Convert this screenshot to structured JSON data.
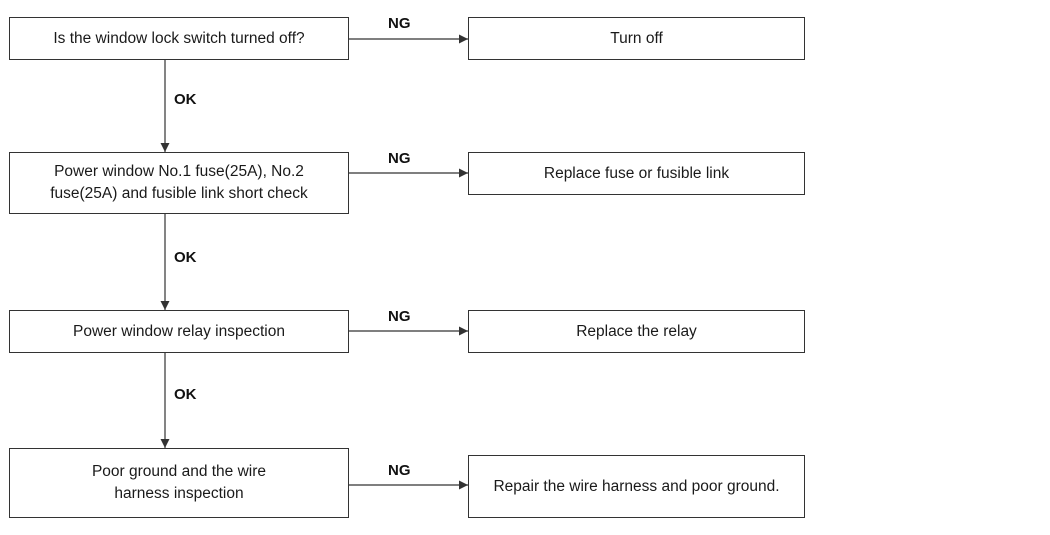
{
  "steps": [
    {
      "text": "Is the window lock switch turned off?",
      "ok_label": "OK",
      "ng_label": "NG",
      "remedy": "Turn off"
    },
    {
      "text": "Power window No.1 fuse(25A), No.2 fuse(25A) and fusible link short check",
      "ok_label": "OK",
      "ng_label": "NG",
      "remedy": "Replace fuse or fusible link"
    },
    {
      "text": "Power window relay inspection",
      "ok_label": "OK",
      "ng_label": "NG",
      "remedy": "Replace the relay"
    },
    {
      "text": "Poor ground and the wire harness inspection",
      "ng_label": "NG",
      "remedy": "Repair the wire harness and poor ground."
    }
  ],
  "colors": {
    "line": "#333333",
    "text": "#1a1a1a",
    "background": "#ffffff"
  }
}
